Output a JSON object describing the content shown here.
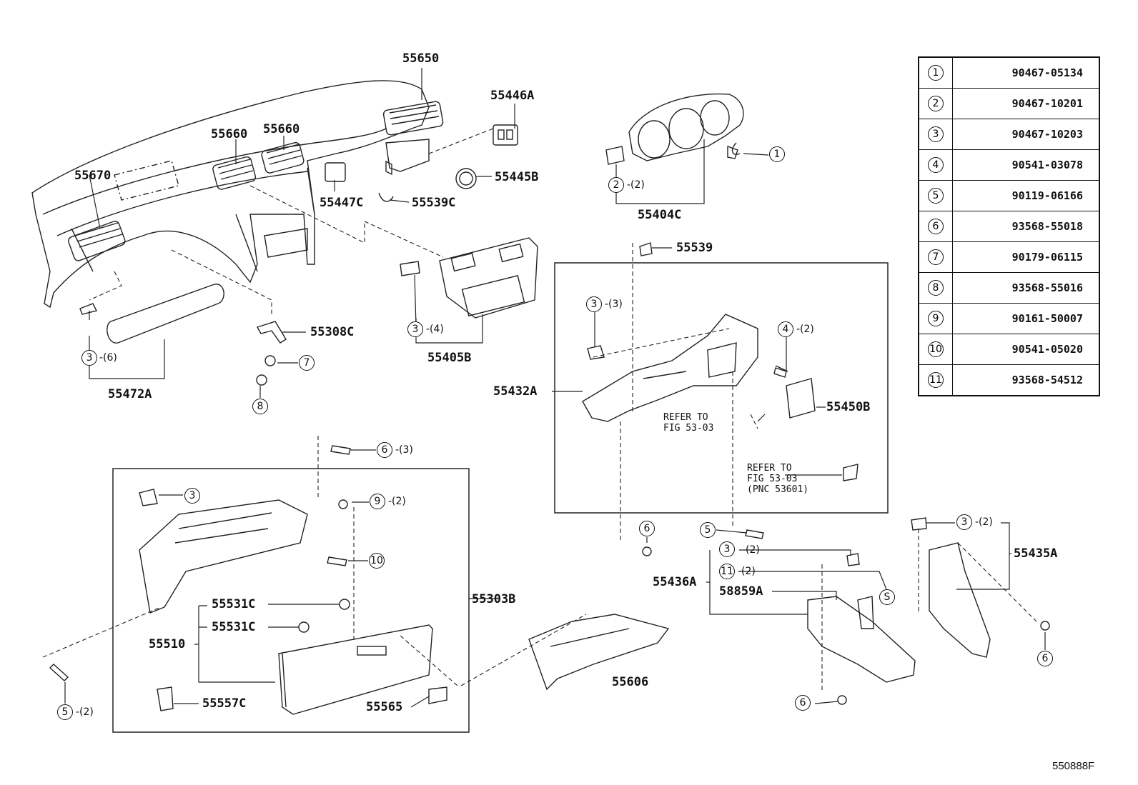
{
  "figure_id": "550888F",
  "parts_table": [
    {
      "ref": "1",
      "part": "90467-05134"
    },
    {
      "ref": "2",
      "part": "90467-10201"
    },
    {
      "ref": "3",
      "part": "90467-10203"
    },
    {
      "ref": "4",
      "part": "90541-03078"
    },
    {
      "ref": "5",
      "part": "90119-06166"
    },
    {
      "ref": "6",
      "part": "93568-55018"
    },
    {
      "ref": "7",
      "part": "90179-06115"
    },
    {
      "ref": "8",
      "part": "93568-55016"
    },
    {
      "ref": "9",
      "part": "90161-50007"
    },
    {
      "ref": "10",
      "part": "90541-05020"
    },
    {
      "ref": "11",
      "part": "93568-54512"
    }
  ],
  "labels": {
    "p55650": "55650",
    "p55446A": "55446A",
    "p55660a": "55660",
    "p55660b": "55660",
    "p55670": "55670",
    "p55445B": "55445B",
    "p55447C": "55447C",
    "p55539C": "55539C",
    "p55404C": "55404C",
    "p55539": "55539",
    "p55308C": "55308C",
    "p55405B": "55405B",
    "p55472A": "55472A",
    "p55432A": "55432A",
    "p55450B": "55450B",
    "p55303B": "55303B",
    "p55531Ca": "55531C",
    "p55531Cb": "55531C",
    "p55510": "55510",
    "p55557C": "55557C",
    "p55565": "55565",
    "p55606": "55606",
    "p55436A": "55436A",
    "p58859A": "58859A",
    "p55435A": "55435A"
  },
  "notes": {
    "refer1": "REFER TO\nFIG 53-03",
    "refer2": "REFER TO\nFIG 53-03\n(PNC 53601)"
  },
  "callouts": {
    "c1": "1",
    "c2": "2",
    "c3a": "3",
    "c3b": "3",
    "c3c": "3",
    "c3d": "3",
    "c3e": "3",
    "c3f": "3",
    "c4": "4",
    "c5a": "5",
    "c5b": "5",
    "c6a": "6",
    "c6b": "6",
    "c6c": "6",
    "c6d": "6",
    "c7": "7",
    "c8": "8",
    "c9": "9",
    "c10": "10",
    "c11": "11",
    "cS": "S"
  },
  "quantities": {
    "q2": "-(2)",
    "q3a": "-(6)",
    "q3b": "-(4)",
    "q3c": "-(3)",
    "q4": "-(2)",
    "q6": "-(3)",
    "q9": "-(2)",
    "q3e": "(2)",
    "q11": "-(2)",
    "q3f": "-(2)",
    "q5b": "-(2)"
  }
}
